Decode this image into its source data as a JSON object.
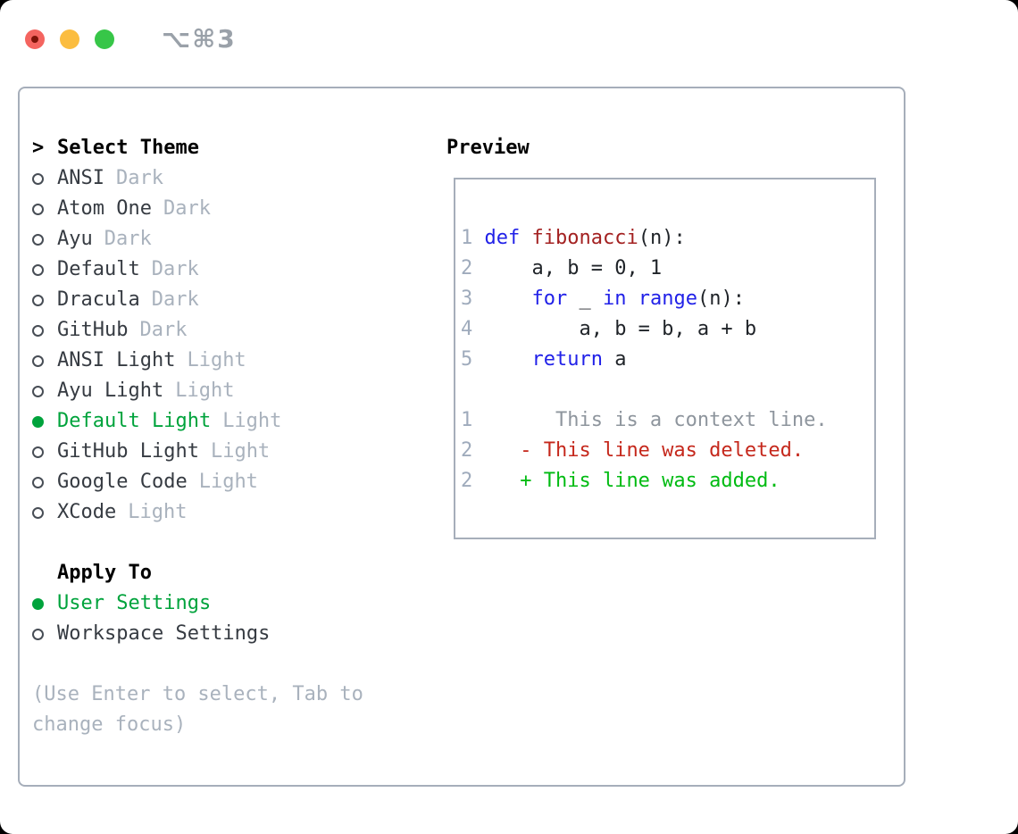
{
  "window": {
    "shortcut_label": "⌥⌘3",
    "traffic_lights": [
      "close",
      "minimize",
      "zoom"
    ]
  },
  "theme_selector": {
    "prompt": ">",
    "title": "Select Theme",
    "items": [
      {
        "name": "ANSI",
        "variant": "Dark",
        "selected": false
      },
      {
        "name": "Atom One",
        "variant": "Dark",
        "selected": false
      },
      {
        "name": "Ayu",
        "variant": "Dark",
        "selected": false
      },
      {
        "name": "Default",
        "variant": "Dark",
        "selected": false
      },
      {
        "name": "Dracula",
        "variant": "Dark",
        "selected": false
      },
      {
        "name": "GitHub",
        "variant": "Dark",
        "selected": false
      },
      {
        "name": "ANSI Light",
        "variant": "Light",
        "selected": false
      },
      {
        "name": "Ayu Light",
        "variant": "Light",
        "selected": false
      },
      {
        "name": "Default Light",
        "variant": "Light",
        "selected": true
      },
      {
        "name": "GitHub Light",
        "variant": "Light",
        "selected": false
      },
      {
        "name": "Google Code",
        "variant": "Light",
        "selected": false
      },
      {
        "name": "XCode",
        "variant": "Light",
        "selected": false
      }
    ]
  },
  "apply_to": {
    "title": "Apply To",
    "options": [
      {
        "label": "User Settings",
        "selected": true
      },
      {
        "label": "Workspace Settings",
        "selected": false
      }
    ]
  },
  "hint": "(Use Enter to select, Tab to change focus)",
  "preview": {
    "title": "Preview",
    "lines": [
      {
        "n": "",
        "segs": []
      },
      {
        "n": "1",
        "segs": [
          {
            "c": "kw",
            "t": "def"
          },
          {
            "c": "plain",
            "t": " "
          },
          {
            "c": "fn",
            "t": "fibonacci"
          },
          {
            "c": "plain",
            "t": "(n):"
          }
        ]
      },
      {
        "n": "2",
        "segs": [
          {
            "c": "plain",
            "t": "    a, b = 0, 1"
          }
        ]
      },
      {
        "n": "3",
        "segs": [
          {
            "c": "plain",
            "t": "    "
          },
          {
            "c": "kw",
            "t": "for"
          },
          {
            "c": "plain",
            "t": " _ "
          },
          {
            "c": "kw",
            "t": "in"
          },
          {
            "c": "plain",
            "t": " "
          },
          {
            "c": "kw",
            "t": "range"
          },
          {
            "c": "plain",
            "t": "(n):"
          }
        ]
      },
      {
        "n": "4",
        "segs": [
          {
            "c": "plain",
            "t": "        a, b = b, a + b"
          }
        ]
      },
      {
        "n": "5",
        "segs": [
          {
            "c": "plain",
            "t": "    "
          },
          {
            "c": "kw",
            "t": "return"
          },
          {
            "c": "plain",
            "t": " a"
          }
        ]
      },
      {
        "n": "",
        "segs": []
      },
      {
        "n": "1",
        "segs": [
          {
            "c": "ctx",
            "t": "      This is a context line."
          }
        ]
      },
      {
        "n": "2",
        "segs": [
          {
            "c": "del",
            "t": "   - This line was deleted."
          }
        ]
      },
      {
        "n": "2",
        "segs": [
          {
            "c": "add",
            "t": "   + This line was added."
          }
        ]
      }
    ]
  },
  "colors": {
    "selected_green": "#00a33c",
    "added_green": "#00bb12",
    "deleted_red": "#c5281c",
    "keyword_blue": "#2121e8",
    "function_red": "#a32121",
    "muted_gray": "#a9b2bd",
    "line_number_gray": "#9fabbc",
    "border_gray": "#a6aeba"
  }
}
